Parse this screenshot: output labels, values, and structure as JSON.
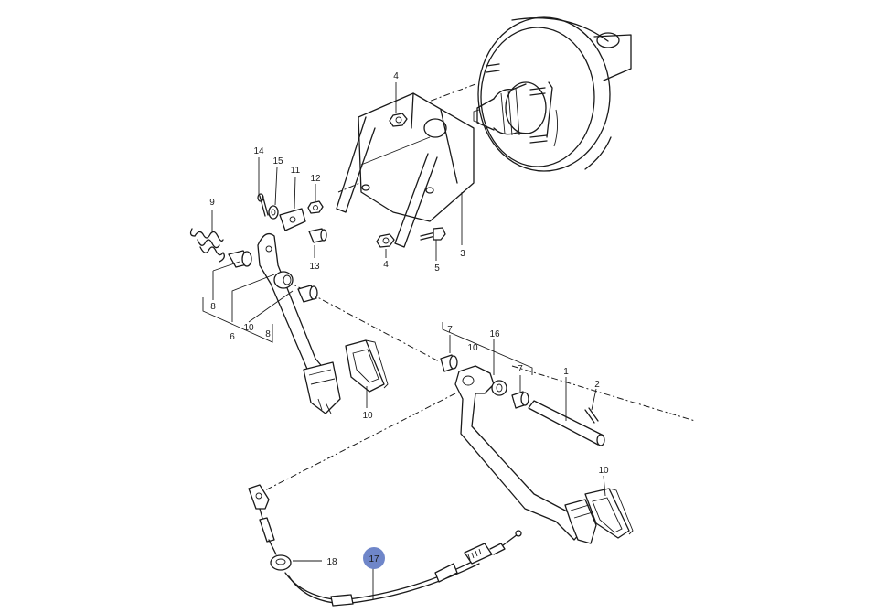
{
  "diagram": {
    "highlight_color": "#6f86c9",
    "line_color": "#1a1a1a",
    "labels": {
      "p1": "1",
      "p2": "2",
      "p3": "3",
      "p4a": "4",
      "p4b": "4",
      "p5": "5",
      "p6": "6",
      "p7a": "7",
      "p7b": "7",
      "p8a": "8",
      "p8b": "8",
      "p9": "9",
      "p10a": "10",
      "p10b": "10",
      "p10c": "10",
      "p10d": "10",
      "p11": "11",
      "p12": "12",
      "p13": "13",
      "p14": "14",
      "p15": "15",
      "p16": "16",
      "p17": "17",
      "p18": "18"
    }
  }
}
